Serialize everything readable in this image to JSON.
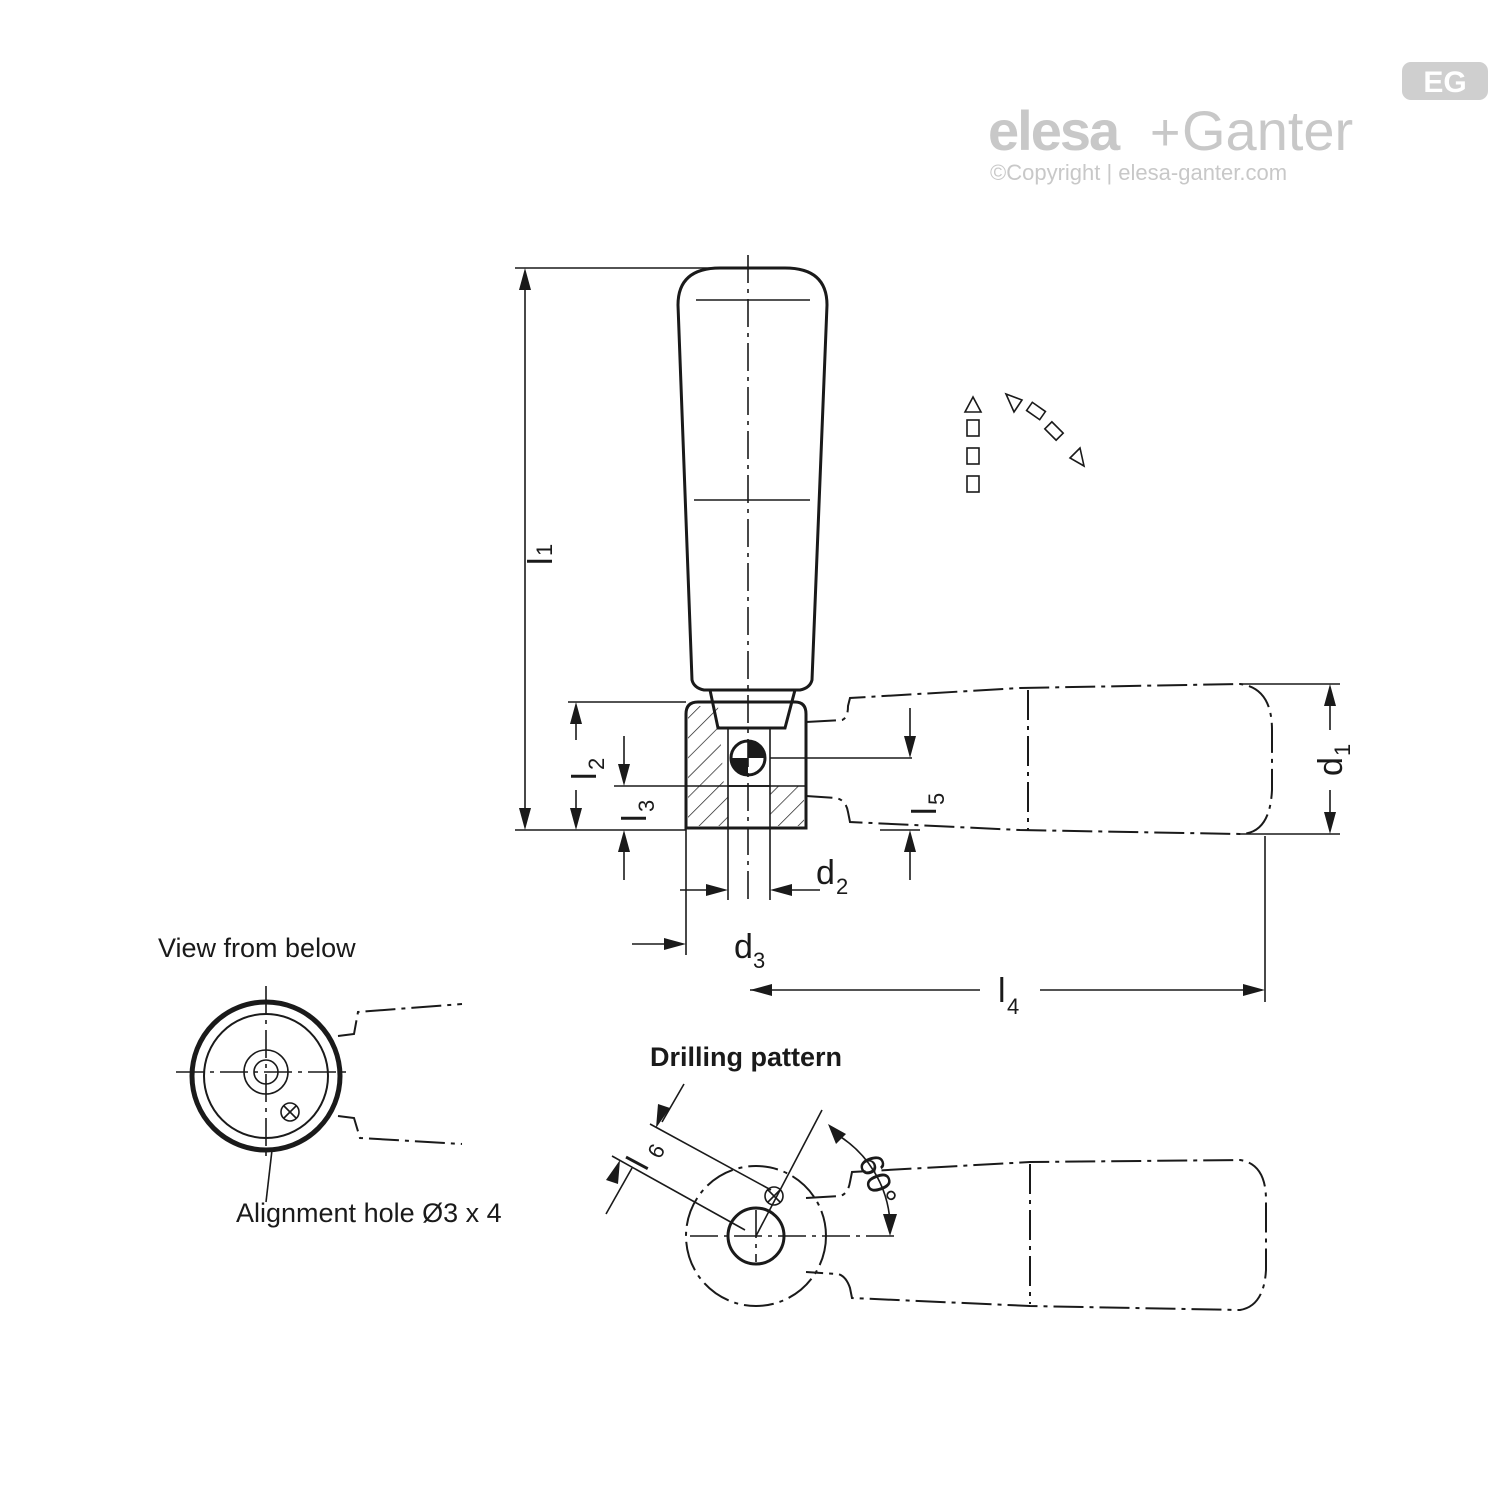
{
  "logo": {
    "brand_part1": "elesa",
    "brand_plus": "+",
    "brand_part2": "Ganter",
    "badge": "EG",
    "copyright": "©Copyright | elesa-ganter.com"
  },
  "dimensions": {
    "l1": {
      "main": "l",
      "sub": "1"
    },
    "l2": {
      "main": "l",
      "sub": "2"
    },
    "l3": {
      "main": "l",
      "sub": "3"
    },
    "l4": {
      "main": "l",
      "sub": "4"
    },
    "l5": {
      "main": "l",
      "sub": "5"
    },
    "l6": {
      "main": "l",
      "sub": "6"
    },
    "d1": {
      "main": "d",
      "sub": "1"
    },
    "d2": {
      "main": "d",
      "sub": "2"
    },
    "d3": {
      "main": "d",
      "sub": "3"
    },
    "angle": "60°"
  },
  "captions": {
    "view_from_below": "View from below",
    "alignment_hole": "Alignment hole Ø3 x 4",
    "drilling_pattern": "Drilling pattern"
  },
  "colors": {
    "line": "#1a1a1a",
    "logo_gray": "#c8c8c8",
    "background": "#ffffff"
  }
}
